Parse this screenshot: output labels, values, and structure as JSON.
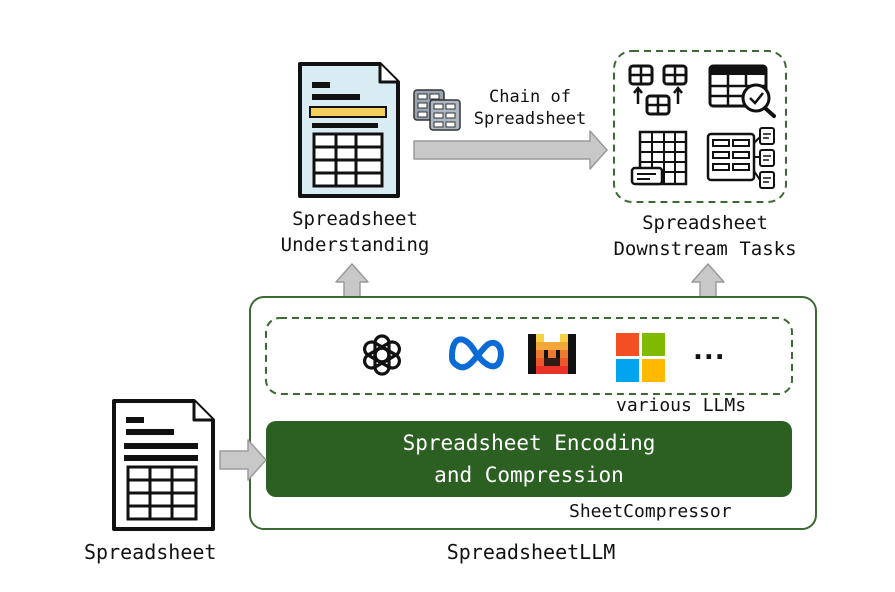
{
  "spreadsheet_understanding": {
    "line1": "Spreadsheet",
    "line2": "Understanding"
  },
  "chain_of_spreadsheet": {
    "line1": "Chain of",
    "line2": "Spreadsheet"
  },
  "downstream_tasks": {
    "line1": "Spreadsheet",
    "line2": "Downstream Tasks"
  },
  "llm_box": {
    "caption": "various LLMs",
    "ellipsis": "..."
  },
  "encoding_band": {
    "line1": "Spreadsheet Encoding",
    "line2": "and Compression"
  },
  "sheet_compressor_label": "SheetCompressor",
  "spreadsheet_label": "Spreadsheet",
  "spreadsheetllm_label": "SpreadsheetLLM",
  "colors": {
    "dark_green": "#2c6023",
    "border_green": "#3b6a32",
    "arrow_grey": "#c8c8c8",
    "arrow_outline": "#9a9a9a",
    "doc_blue": "#daecf3",
    "doc_yellow": "#f4ce5c",
    "icon_gray": "#9aa5b1"
  }
}
